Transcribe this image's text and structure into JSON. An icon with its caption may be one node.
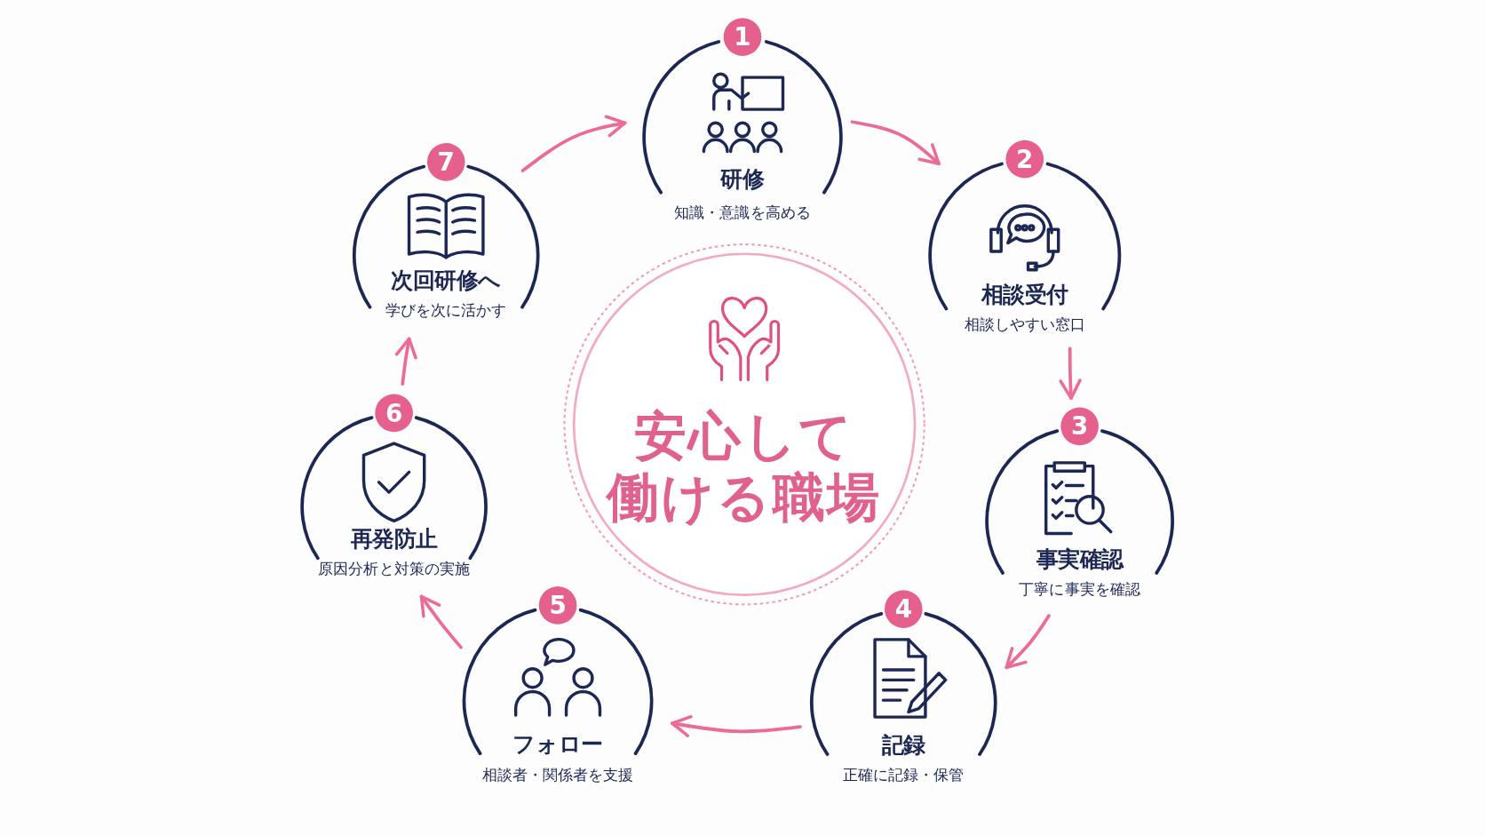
{
  "diagram": {
    "nodes": [
      {
        "text": [
          "1",
          "研修",
          "知識・意識を高める"
        ]
      },
      {
        "text": [
          "2",
          "相談受付",
          "相談しやすい窓口"
        ]
      },
      {
        "text": [
          "3",
          "事実確認",
          "丁寧に事実を確認"
        ]
      },
      {
        "text": [
          "4",
          "記録",
          "正確に記録・保管"
        ]
      },
      {
        "text": [
          "5",
          "フォロー",
          "相談者・関係者を支援"
        ]
      },
      {
        "text": [
          "6",
          "再発防止",
          "原因分析と対策の実施"
        ]
      },
      {
        "text": [
          "7",
          "次回研修へ",
          "学びを次に活かす"
        ]
      },
      {
        "text": [
          "安心して働ける職場"
        ]
      }
    ],
    "edges": [
      {
        "from": 0,
        "to": 1,
        "arrow": "to"
      },
      {
        "from": 1,
        "to": 2,
        "arrow": "to"
      },
      {
        "from": 2,
        "to": 3,
        "arrow": "to"
      },
      {
        "from": 3,
        "to": 4,
        "arrow": "to"
      },
      {
        "from": 4,
        "to": 5,
        "arrow": "to"
      },
      {
        "from": 5,
        "to": 6,
        "arrow": "to"
      },
      {
        "from": 6,
        "to": 0,
        "arrow": "to"
      }
    ]
  }
}
